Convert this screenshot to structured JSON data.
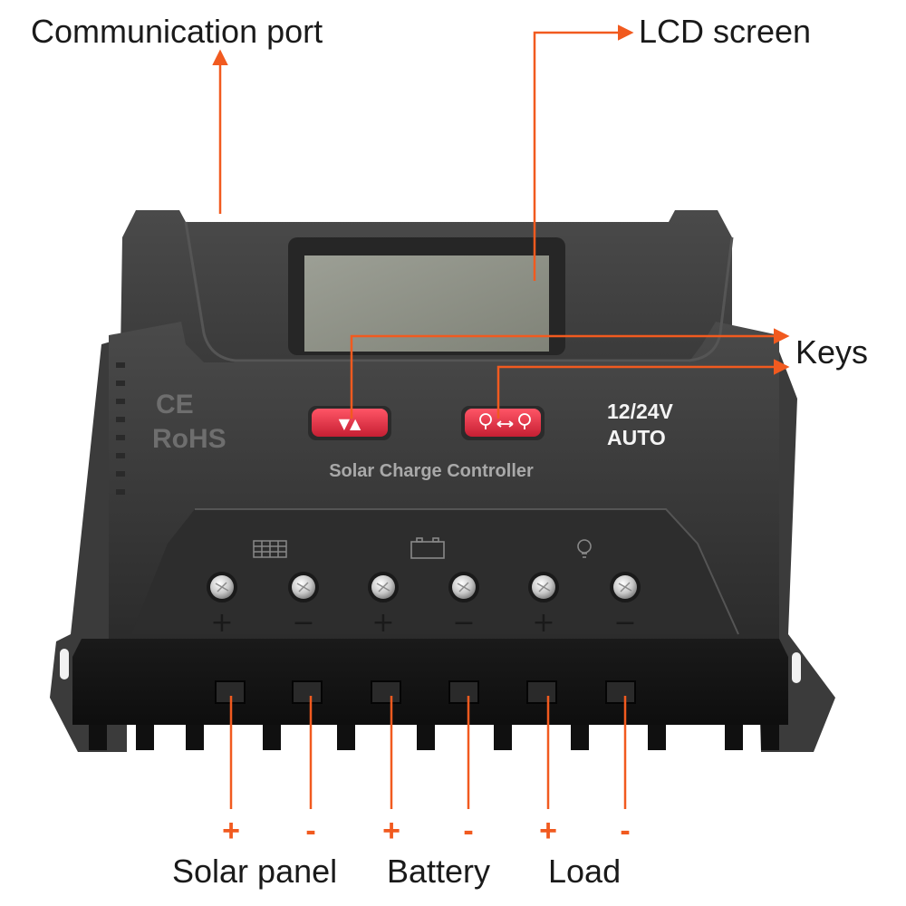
{
  "callouts": {
    "communication_port": "Communication port",
    "lcd_screen": "LCD screen",
    "keys": "Keys"
  },
  "device": {
    "ce_mark": "CE",
    "rohs_mark": "RoHS",
    "voltage": "12/24V",
    "mode": "AUTO",
    "product_name": "Solar Charge Controller",
    "key_left_icons": "▼▲",
    "terminal_signs": [
      "+",
      "−",
      "+",
      "−",
      "+",
      "−"
    ]
  },
  "terminals": {
    "signs": [
      "+",
      "-",
      "+",
      "-",
      "+",
      "-"
    ],
    "groups": [
      "Solar panel",
      "Battery",
      "Load"
    ]
  },
  "colors": {
    "accent": "#f15a1f",
    "case": "#3a3a3a",
    "case_dark": "#1c1c1c",
    "lcd": "#8f9289",
    "key": "#e0293f"
  },
  "icons": {
    "solar_panel": "solar-panel-icon",
    "battery": "battery-icon",
    "load": "bulb-icon"
  }
}
